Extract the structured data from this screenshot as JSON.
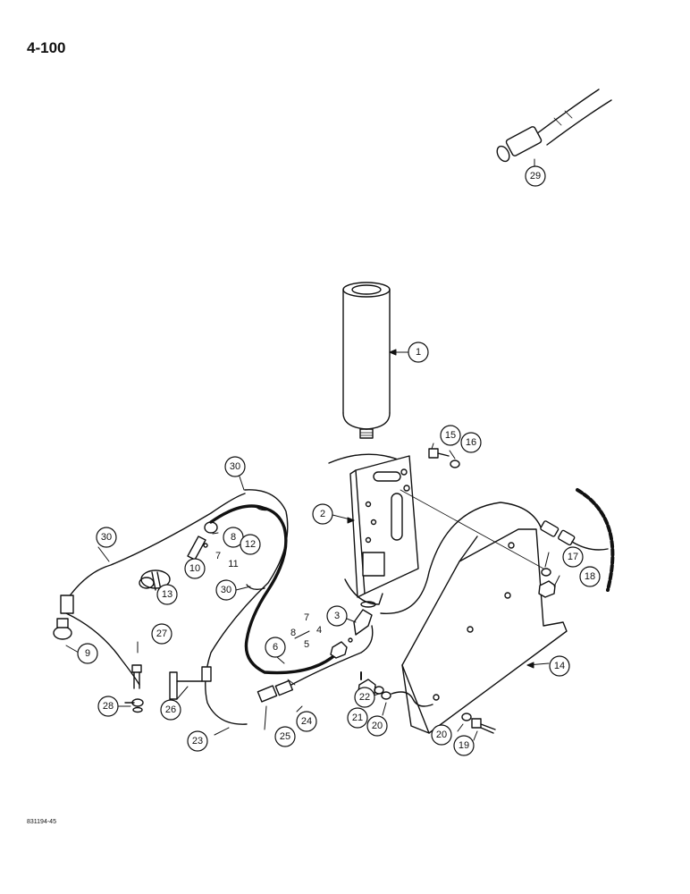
{
  "page_number": "4-100",
  "figure_code": "831194-45",
  "callouts": [
    {
      "id": "c29",
      "label": "29"
    },
    {
      "id": "c1",
      "label": "1"
    },
    {
      "id": "c15",
      "label": "15"
    },
    {
      "id": "c16",
      "label": "16"
    },
    {
      "id": "c30a",
      "label": "30"
    },
    {
      "id": "c2",
      "label": "2"
    },
    {
      "id": "c30b",
      "label": "30"
    },
    {
      "id": "c8a",
      "label": "8"
    },
    {
      "id": "c12",
      "label": "12"
    },
    {
      "id": "c10",
      "label": "10"
    },
    {
      "id": "c17",
      "label": "17"
    },
    {
      "id": "c18",
      "label": "18"
    },
    {
      "id": "c13",
      "label": "13"
    },
    {
      "id": "c30c",
      "label": "30"
    },
    {
      "id": "c3",
      "label": "3"
    },
    {
      "id": "c9",
      "label": "9"
    },
    {
      "id": "c27",
      "label": "27"
    },
    {
      "id": "c6",
      "label": "6"
    },
    {
      "id": "c14",
      "label": "14"
    },
    {
      "id": "c26",
      "label": "26"
    },
    {
      "id": "c22",
      "label": "22"
    },
    {
      "id": "c28",
      "label": "28"
    },
    {
      "id": "c24",
      "label": "24"
    },
    {
      "id": "c21",
      "label": "21"
    },
    {
      "id": "c20a",
      "label": "20"
    },
    {
      "id": "c25",
      "label": "25"
    },
    {
      "id": "c23",
      "label": "23"
    },
    {
      "id": "c20b",
      "label": "20"
    },
    {
      "id": "c19",
      "label": "19"
    }
  ],
  "bare_labels": [
    {
      "id": "b7a",
      "label": "7"
    },
    {
      "id": "b11",
      "label": "11"
    },
    {
      "id": "b7b",
      "label": "7"
    },
    {
      "id": "b4",
      "label": "4"
    },
    {
      "id": "b8b",
      "label": "8"
    },
    {
      "id": "b5",
      "label": "5"
    }
  ]
}
